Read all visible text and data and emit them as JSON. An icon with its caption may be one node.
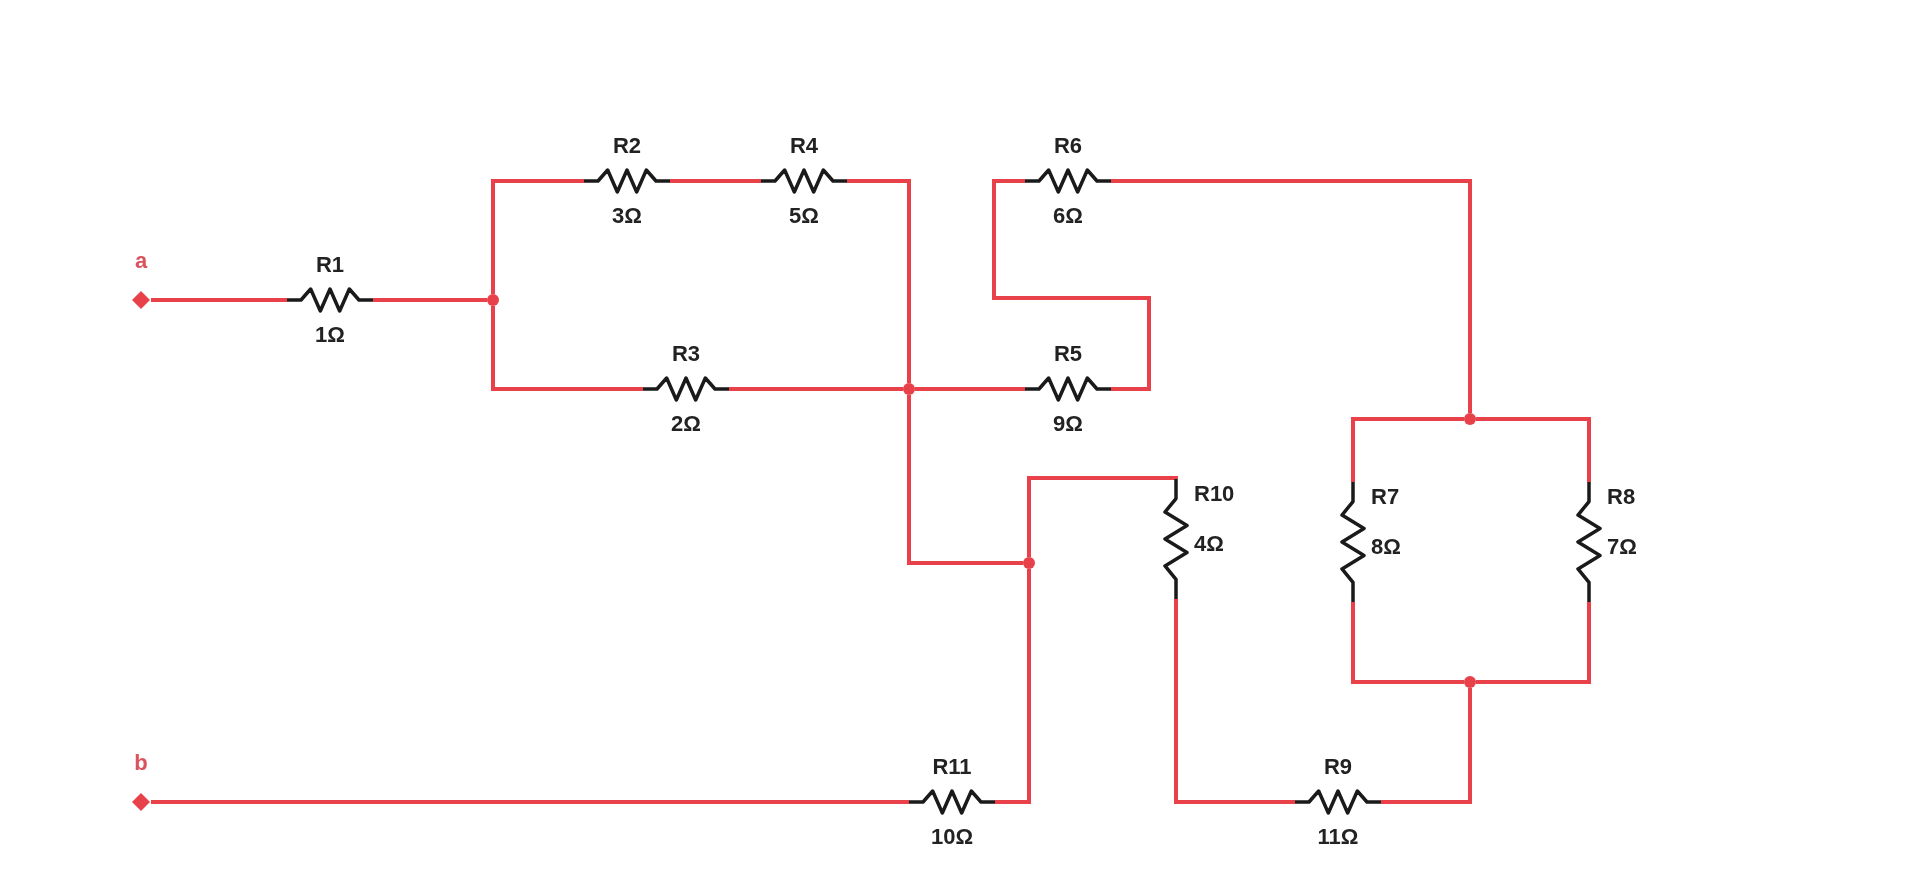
{
  "diagram": {
    "nodes": [
      {
        "text": [
          "a"
        ]
      },
      {
        "text": [
          "R1",
          "1Ω"
        ]
      },
      {
        "text": [],
        "shape": "circle"
      },
      {
        "text": [
          "R2",
          "3Ω"
        ]
      },
      {
        "text": [
          "R4",
          "5Ω"
        ]
      },
      {
        "text": [
          "R6",
          "6Ω"
        ]
      },
      {
        "text": [
          "R3",
          "2Ω"
        ]
      },
      {
        "text": [],
        "shape": "circle"
      },
      {
        "text": [
          "R5",
          "9Ω"
        ]
      },
      {
        "text": [],
        "shape": "circle"
      },
      {
        "text": [
          "R10",
          "4Ω"
        ]
      },
      {
        "text": [
          "R7",
          "8Ω"
        ]
      },
      {
        "text": [
          "R8",
          "7Ω"
        ]
      },
      {
        "text": [],
        "shape": "circle"
      },
      {
        "text": [],
        "shape": "circle"
      },
      {
        "text": [
          "b"
        ]
      },
      {
        "text": [
          "R11",
          "10Ω"
        ]
      },
      {
        "text": [
          "R9",
          "11Ω"
        ]
      }
    ],
    "edges": [
      {
        "from": 0,
        "to": 1,
        "arrow": "none"
      },
      {
        "from": 1,
        "to": 2,
        "arrow": "none"
      },
      {
        "from": 2,
        "to": 3,
        "arrow": "none"
      },
      {
        "from": 3,
        "to": 4,
        "arrow": "none"
      },
      {
        "from": 4,
        "to": 7,
        "arrow": "none"
      },
      {
        "from": 2,
        "to": 6,
        "arrow": "none"
      },
      {
        "from": 6,
        "to": 7,
        "arrow": "none"
      },
      {
        "from": 7,
        "to": 8,
        "arrow": "none"
      },
      {
        "from": 8,
        "to": 5,
        "arrow": "none"
      },
      {
        "from": 5,
        "to": 9,
        "arrow": "none"
      },
      {
        "from": 9,
        "to": 11,
        "arrow": "none"
      },
      {
        "from": 9,
        "to": 12,
        "arrow": "none"
      },
      {
        "from": 11,
        "to": 14,
        "arrow": "none"
      },
      {
        "from": 12,
        "to": 14,
        "arrow": "none"
      },
      {
        "from": 14,
        "to": 17,
        "arrow": "none"
      },
      {
        "from": 17,
        "to": 10,
        "arrow": "none"
      },
      {
        "from": 10,
        "to": 13,
        "arrow": "none"
      },
      {
        "from": 7,
        "to": 13,
        "arrow": "none"
      },
      {
        "from": 13,
        "to": 16,
        "arrow": "none"
      },
      {
        "from": 15,
        "to": 16,
        "arrow": "none"
      }
    ]
  }
}
